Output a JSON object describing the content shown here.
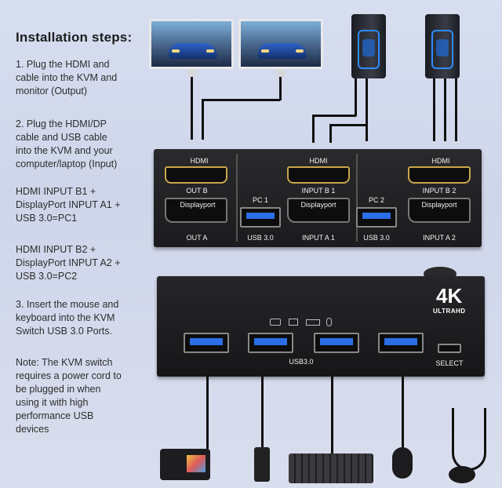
{
  "title": "Installation steps:",
  "steps": [
    {
      "lines": [
        "1. Plug the HDMI and",
        "cable into the KVM and",
        "monitor (Output)"
      ]
    },
    {
      "lines": [
        "2. Plug the HDMI/DP",
        "cable and USB cable",
        "into the KVM and your",
        "computer/laptop (Input)"
      ]
    },
    {
      "lines": [
        "HDMI INPUT B1 +",
        "DisplayPort INPUT A1 +",
        "USB 3.0=PC1"
      ]
    },
    {
      "lines": [
        "HDMI INPUT B2 +",
        "DisplayPort INPUT A2 +",
        "USB 3.0=PC2"
      ]
    },
    {
      "lines": [
        "3. Insert the mouse and",
        "keyboard into the KVM",
        "Switch USB 3.0 Ports."
      ]
    },
    {
      "lines": [
        "Note: The KVM switch",
        "requires a power cord to",
        "be plugged in when",
        "using it with high",
        "performance USB",
        "devices"
      ]
    }
  ],
  "back_panel": {
    "hdmi": "HDMI",
    "displayport": "Displayport",
    "out_b": "OUT B",
    "out_a": "OUT A",
    "pc1": "PC 1",
    "pc2": "PC 2",
    "usb30": "USB 3.0",
    "input_b1": "INPUT B 1",
    "input_a1": "INPUT A 1",
    "input_b2": "INPUT B 2",
    "input_a2": "INPUT A 2"
  },
  "front_panel": {
    "badge_main": "4K",
    "badge_sub": "ULTRAHD",
    "usb_label": "USB3.0",
    "select": "SELECT"
  },
  "colors": {
    "background": "#d7def0",
    "device": "#1b1b1e",
    "hdmi_port": "#c9a64a",
    "usb_blue": "#2b6ee8"
  }
}
